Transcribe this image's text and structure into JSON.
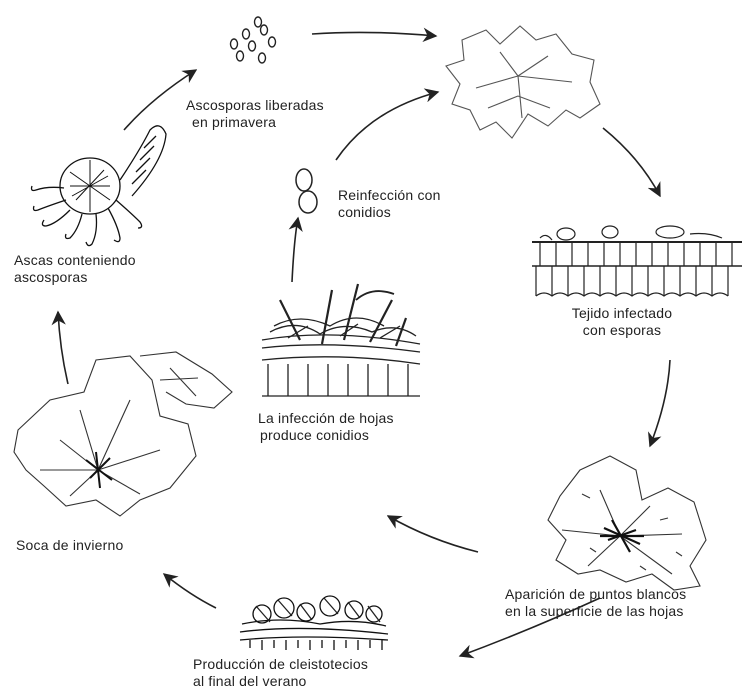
{
  "diagram": {
    "stages": [
      {
        "id": "ascosporas",
        "lines": [
          "Ascosporas liberadas",
          "en primavera"
        ]
      },
      {
        "id": "reinfeccion",
        "lines": [
          "Reinfección con",
          "conidios"
        ]
      },
      {
        "id": "tejido",
        "lines": [
          "Tejido infectado",
          "con esporas"
        ]
      },
      {
        "id": "ascas",
        "lines": [
          "Ascas conteniendo",
          "ascosporas"
        ]
      },
      {
        "id": "infeccion",
        "lines": [
          "La infección de hojas",
          "produce conidios"
        ]
      },
      {
        "id": "soca",
        "lines": [
          "Soca de invierno"
        ]
      },
      {
        "id": "aparicion",
        "lines": [
          "Aparición de puntos blancos",
          "en la superficie de las hojas"
        ]
      },
      {
        "id": "produccion",
        "lines": [
          "Producción de cleistotecios",
          "al final del verano"
        ]
      }
    ],
    "colors": {
      "ink": "#222222",
      "background": "#ffffff"
    }
  }
}
